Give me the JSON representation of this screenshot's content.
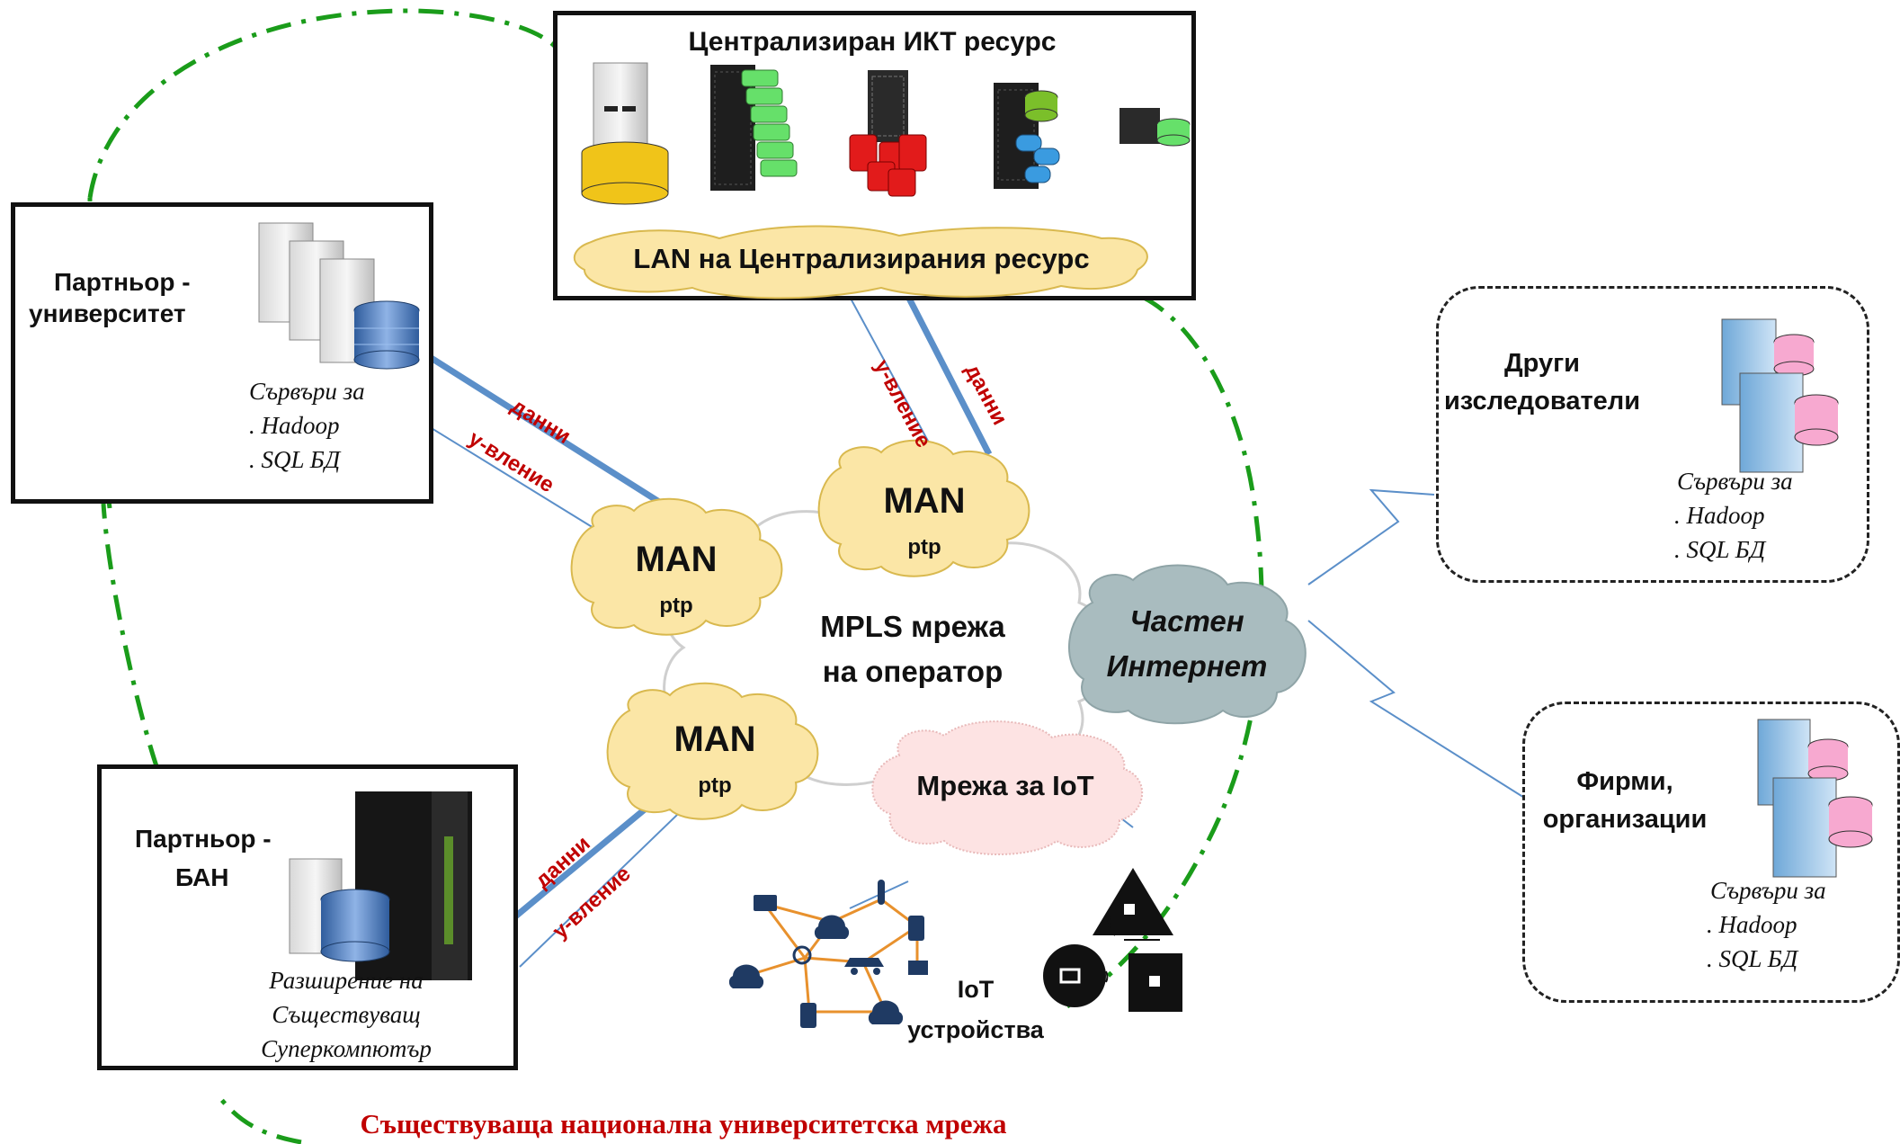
{
  "central_resource": {
    "title": "Централизиран ИКТ ресурс",
    "lan": "LAN на Централизирания ресурс"
  },
  "partner_university": {
    "title_line1": "Партньор -",
    "title_line2": "университет",
    "servers_line1": "Сървъри за",
    "servers_line2": ". Hadoop",
    "servers_line3": ". SQL БД"
  },
  "partner_ban": {
    "title_line1": "Партньор -",
    "title_line2": "БАН",
    "text_line1": "Разширение на",
    "text_line2": "Съществуващ",
    "text_line3": "Суперкомпютър"
  },
  "other_researchers": {
    "title_line1": "Други",
    "title_line2": "изследователи",
    "servers_line1": "Сървъри за",
    "servers_line2": ". Hadoop",
    "servers_line3": ". SQL БД"
  },
  "companies": {
    "title_line1": "Фирми,",
    "title_line2": "организации",
    "servers_line1": "Сървъри за",
    "servers_line2": ". Hadoop",
    "servers_line3": ". SQL БД"
  },
  "mpls": {
    "line1": "MPLS мрежа",
    "line2": "на оператор"
  },
  "man": {
    "label": "MAN",
    "sub": "ptp"
  },
  "private_internet": {
    "line1": "Частен",
    "line2": "Интернет"
  },
  "iot_network": "Мрежа за IoT",
  "iot_devices": {
    "line1": "IoT",
    "line2": "устройства"
  },
  "link_labels": {
    "data": "данни",
    "control": "у-вление"
  },
  "bottom_label": "Съществуваща национална университетска мрежа",
  "colors": {
    "cloud": "#fbe6a6",
    "cloud_stroke": "#d9b94f",
    "iot_cloud": "#fde3e3",
    "internet": "#a9bcbf",
    "link": "#5b8fc9",
    "ring": "#1a9c1a",
    "red": "#c00000"
  }
}
